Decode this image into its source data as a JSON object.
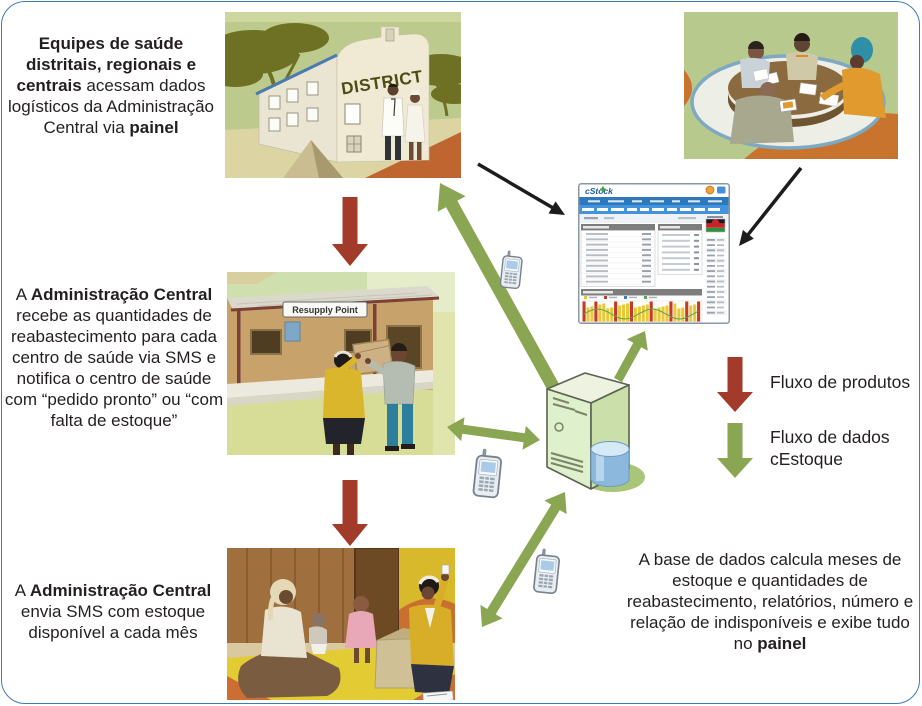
{
  "colors": {
    "page_border": "#3f7cb6",
    "text": "#231f20",
    "product_arrow": "#a23b29",
    "data_arrow": "#8aa652",
    "report_arrow": "#1c1c1c"
  },
  "captions": {
    "health_teams": [
      {
        "t": "Equipes de saúde distritais, regionais e centrais",
        "b": true
      },
      {
        "t": " acessam dados logísticos da Administração Central via ",
        "b": false
      },
      {
        "t": "painel",
        "b": true
      }
    ],
    "admin_receives": [
      {
        "t": "A ",
        "b": false
      },
      {
        "t": "Administração Central",
        "b": true
      },
      {
        "t": " recebe as quantidades de reabastecimento para cada centro de saúde via SMS e notifica o centro de saúde com “pedido pronto” ou “com falta de estoque”",
        "b": false
      }
    ],
    "admin_sends": [
      {
        "t": "A ",
        "b": false
      },
      {
        "t": "Administração Central",
        "b": true
      },
      {
        "t": " envia SMS com estoque disponível a cada mês",
        "b": false
      }
    ],
    "database_calc": [
      {
        "t": "A base de dados calcula meses de estoque e quantidades de reabastecimento, relatórios, número e relação de indisponíveis e exibe tudo no ",
        "b": false
      },
      {
        "t": "painel",
        "b": true
      }
    ]
  },
  "legend": {
    "products_label": "Fluxo de produtos",
    "data_label_line1": "Fluxo de dados",
    "data_label_line2": "cEstoque"
  },
  "illustrations": {
    "district_sign": "DISTRICT",
    "resupply_sign": "Resupply Point"
  },
  "dashboard": {
    "logo": "cStock",
    "bar_pattern": [
      "r",
      "y",
      "y",
      "r",
      "y",
      "y",
      "y",
      "y",
      "r",
      "y",
      "y",
      "y",
      "r",
      "y",
      "y",
      "y",
      "y",
      "r",
      "y",
      "y",
      "y",
      "y",
      "r",
      "y",
      "y",
      "y",
      "r",
      "y",
      "y",
      "r"
    ]
  }
}
